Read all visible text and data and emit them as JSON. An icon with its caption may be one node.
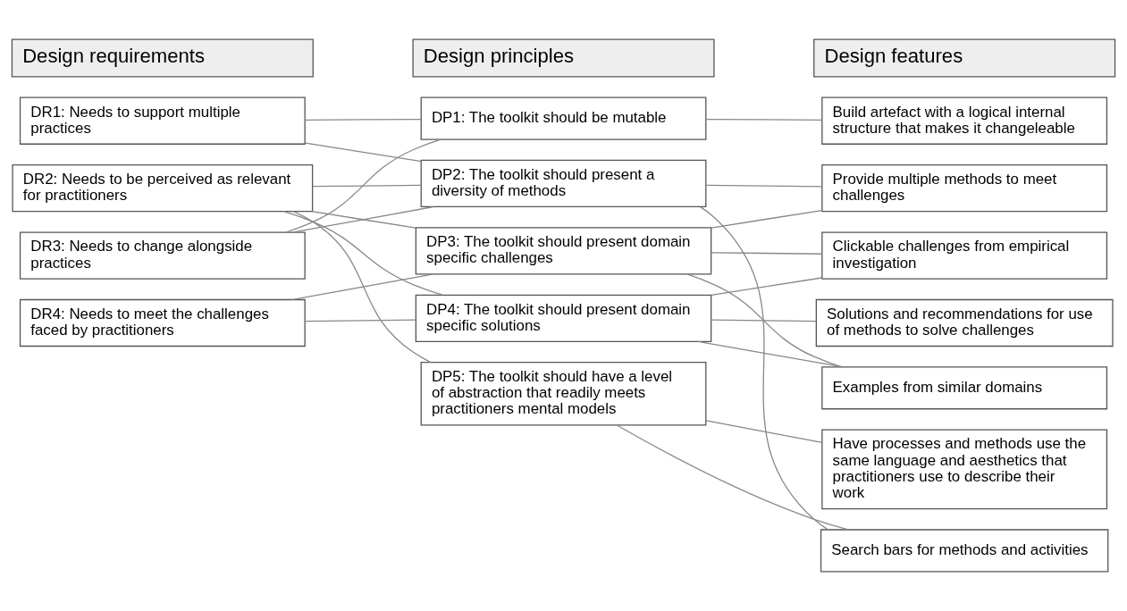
{
  "diagram": {
    "nodes": [
      {
        "text": [
          "Design requirements"
        ]
      },
      {
        "text": [
          "Design principles"
        ]
      },
      {
        "text": [
          "Design features"
        ]
      },
      {
        "text": [
          "DR1: Needs to support multiple practices"
        ]
      },
      {
        "text": [
          "DR2: Needs to be perceived as relevant for practitioners"
        ]
      },
      {
        "text": [
          "DR3: Needs to change alongside practices"
        ]
      },
      {
        "text": [
          "DR4: Needs to meet the challenges faced by practitioners"
        ]
      },
      {
        "text": [
          "DP1: The toolkit should be mutable"
        ]
      },
      {
        "text": [
          "DP2: The toolkit should present a diversity of methods"
        ]
      },
      {
        "text": [
          "DP3: The toolkit should present domain specific challenges"
        ]
      },
      {
        "text": [
          "DP4: The toolkit should present domain specific solutions"
        ]
      },
      {
        "text": [
          "DP5: The toolkit should have a level of abstraction that readily meets practitioners mental models"
        ]
      },
      {
        "text": [
          "Build artefact with a logical internal structure that makes it changeleable"
        ]
      },
      {
        "text": [
          "Provide multiple methods to meet challenges"
        ]
      },
      {
        "text": [
          "Clickable challenges from empirical investigation"
        ]
      },
      {
        "text": [
          "Solutions and recommendations for use of methods to solve challenges"
        ]
      },
      {
        "text": [
          "Examples from similar domains"
        ]
      },
      {
        "text": [
          "Have processes and methods use the same language and aesthetics that practitioners use to describe their work"
        ]
      },
      {
        "text": [
          "Search bars for methods and activities"
        ]
      }
    ],
    "edges": [
      {
        "from": 3,
        "to": 7,
        "arrow": "none"
      },
      {
        "from": 3,
        "to": 8,
        "arrow": "none"
      },
      {
        "from": 4,
        "to": 8,
        "arrow": "none"
      },
      {
        "from": 4,
        "to": 9,
        "arrow": "none"
      },
      {
        "from": 4,
        "to": 10,
        "arrow": "none"
      },
      {
        "from": 4,
        "to": 11,
        "arrow": "none"
      },
      {
        "from": 5,
        "to": 7,
        "arrow": "none"
      },
      {
        "from": 5,
        "to": 8,
        "arrow": "none"
      },
      {
        "from": 6,
        "to": 9,
        "arrow": "none"
      },
      {
        "from": 6,
        "to": 10,
        "arrow": "none"
      },
      {
        "from": 7,
        "to": 12,
        "arrow": "none"
      },
      {
        "from": 8,
        "to": 13,
        "arrow": "none"
      },
      {
        "from": 8,
        "to": 18,
        "arrow": "none"
      },
      {
        "from": 9,
        "to": 13,
        "arrow": "none"
      },
      {
        "from": 9,
        "to": 14,
        "arrow": "none"
      },
      {
        "from": 9,
        "to": 16,
        "arrow": "none"
      },
      {
        "from": 10,
        "to": 14,
        "arrow": "none"
      },
      {
        "from": 10,
        "to": 15,
        "arrow": "none"
      },
      {
        "from": 10,
        "to": 16,
        "arrow": "none"
      },
      {
        "from": 11,
        "to": 17,
        "arrow": "none"
      },
      {
        "from": 11,
        "to": 18,
        "arrow": "none"
      }
    ]
  }
}
